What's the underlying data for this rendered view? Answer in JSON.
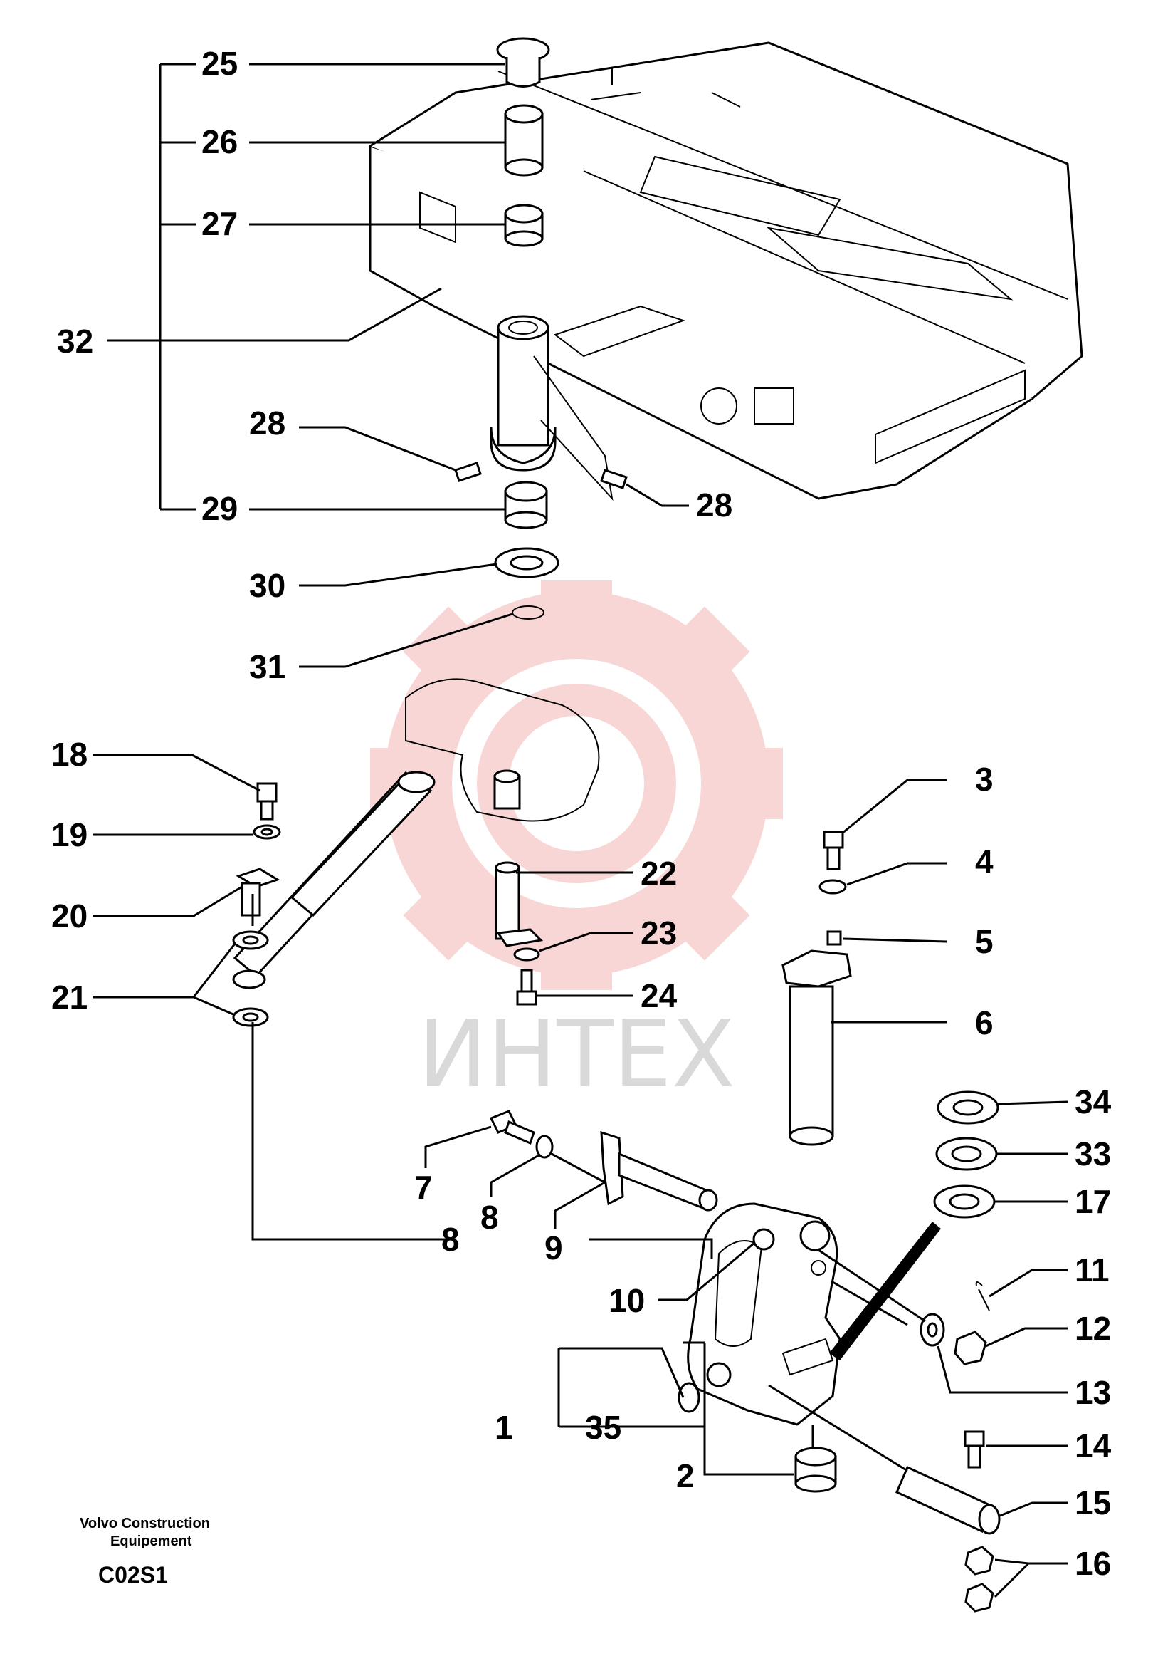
{
  "callouts": {
    "c1": "1",
    "c2": "2",
    "c3": "3",
    "c4": "4",
    "c5": "5",
    "c6": "6",
    "c7": "7",
    "c8a": "8",
    "c8b": "8",
    "c9": "9",
    "c10": "10",
    "c11": "11",
    "c12": "12",
    "c13": "13",
    "c14": "14",
    "c15": "15",
    "c16": "16",
    "c17": "17",
    "c18": "18",
    "c19": "19",
    "c20": "20",
    "c21": "21",
    "c22": "22",
    "c23": "23",
    "c24": "24",
    "c25": "25",
    "c26": "26",
    "c27": "27",
    "c28a": "28",
    "c28b": "28",
    "c29": "29",
    "c30": "30",
    "c31": "31",
    "c32": "32",
    "c33": "33",
    "c34": "34",
    "c35": "35"
  },
  "footer": {
    "company_line1": "Volvo Construction",
    "company_line2": "Equipement",
    "code": "C02S1"
  },
  "watermark": {
    "text": "ИНТЕХ",
    "color": "#f6c9c9"
  }
}
